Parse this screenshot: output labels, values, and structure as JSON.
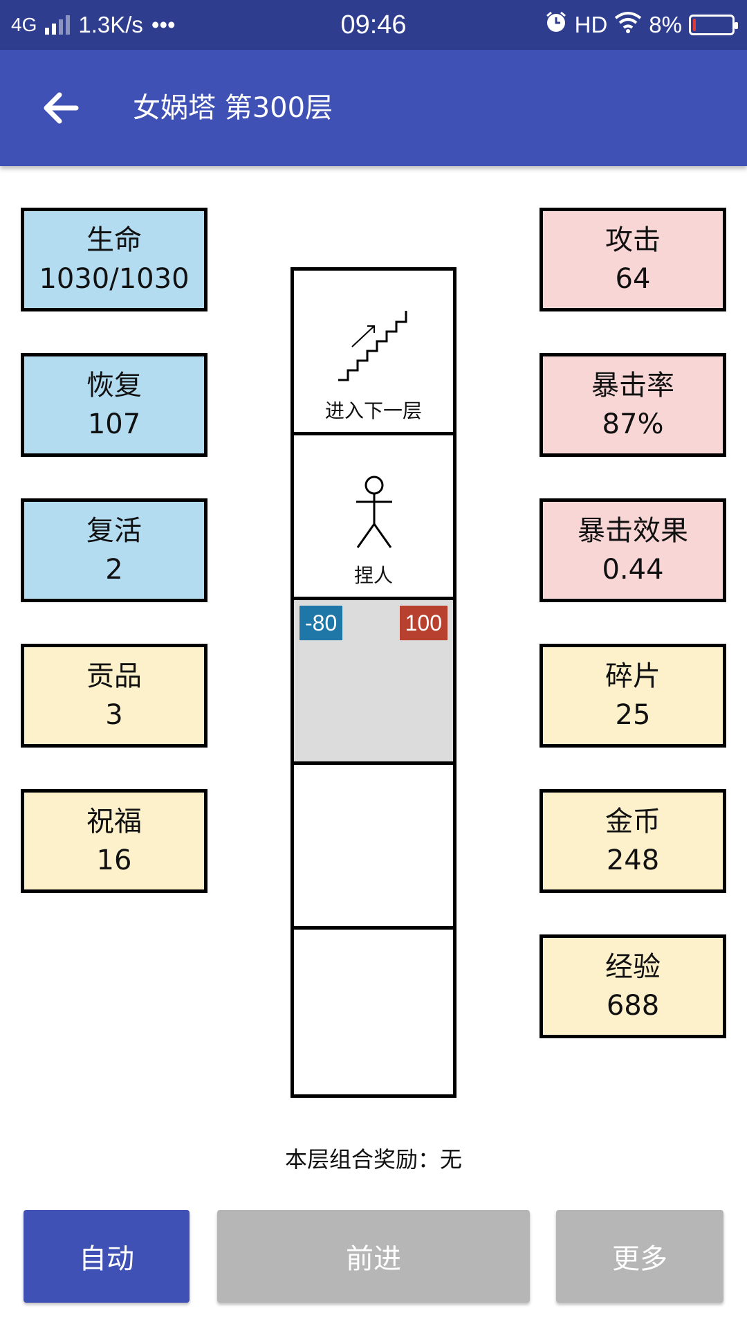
{
  "status_bar": {
    "network": "4G",
    "speed": "1.3K/s",
    "more": "•••",
    "time": "09:46",
    "hd": "HD",
    "battery_percent": "8%",
    "battery_level": 0.08,
    "battery_color": "#e53935"
  },
  "app_bar": {
    "title": "女娲塔 第300层",
    "background": "#3f51b5"
  },
  "left_stats": [
    {
      "label": "生命",
      "value": "1030/1030"
    },
    {
      "label": "恢复",
      "value": "107"
    },
    {
      "label": "复活",
      "value": "2"
    },
    {
      "label": "贡品",
      "value": "3"
    },
    {
      "label": "祝福",
      "value": "16"
    }
  ],
  "right_stats": [
    {
      "label": "攻击",
      "value": "64"
    },
    {
      "label": "暴击率",
      "value": "87%"
    },
    {
      "label": "暴击效果",
      "value": "0.44"
    },
    {
      "label": "碎片",
      "value": "25"
    },
    {
      "label": "金币",
      "value": "248"
    },
    {
      "label": "经验",
      "value": "688"
    }
  ],
  "tower": {
    "floors": [
      {
        "label": "进入下一层",
        "icon": "stairs-icon"
      },
      {
        "label": "捏人",
        "icon": "stick-figure-icon"
      },
      {
        "badge_left": "-80",
        "badge_right": "100"
      },
      {},
      {}
    ]
  },
  "reward_text": "本层组合奖励：无",
  "buttons": {
    "auto": "自动",
    "forward": "前进",
    "more": "更多"
  },
  "colors": {
    "status_bar": "#2f3d8f",
    "primary": "#3f51b5",
    "card_blue": "#b3dcf1",
    "card_pink": "#f9d6d6",
    "card_yellow": "#fdf1cc",
    "disabled": "#b6b6b6"
  }
}
